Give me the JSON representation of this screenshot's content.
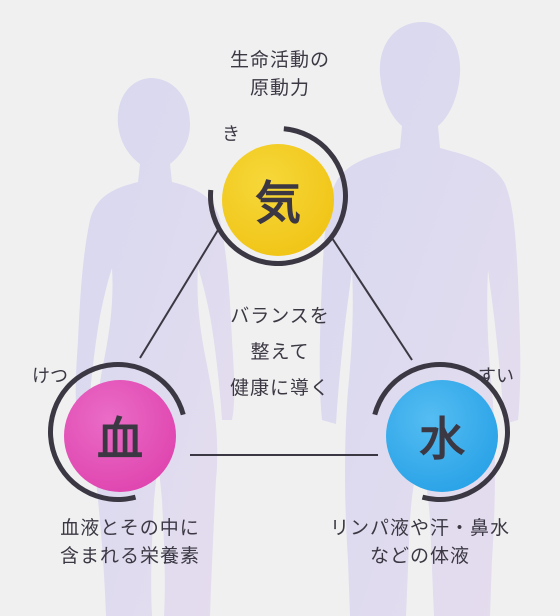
{
  "center_text": [
    "バランスを",
    "整えて",
    "健康に導く"
  ],
  "nodes": {
    "ki": {
      "kanji": "気",
      "reading": "き",
      "color": "#f2c919",
      "caption": [
        "生命活動の",
        "原動力"
      ]
    },
    "ketsu": {
      "kanji": "血",
      "reading": "けつ",
      "color": "#e04bb4",
      "caption": [
        "血液とその中に",
        "含まれる栄養素"
      ]
    },
    "sui": {
      "kanji": "水",
      "reading": "すい",
      "color": "#2fa8ea",
      "caption": [
        "リンパ液や汗・鼻水",
        "などの体液"
      ]
    }
  },
  "colors": {
    "line": "#3c3843",
    "silhouette": "#d9d8ee"
  }
}
